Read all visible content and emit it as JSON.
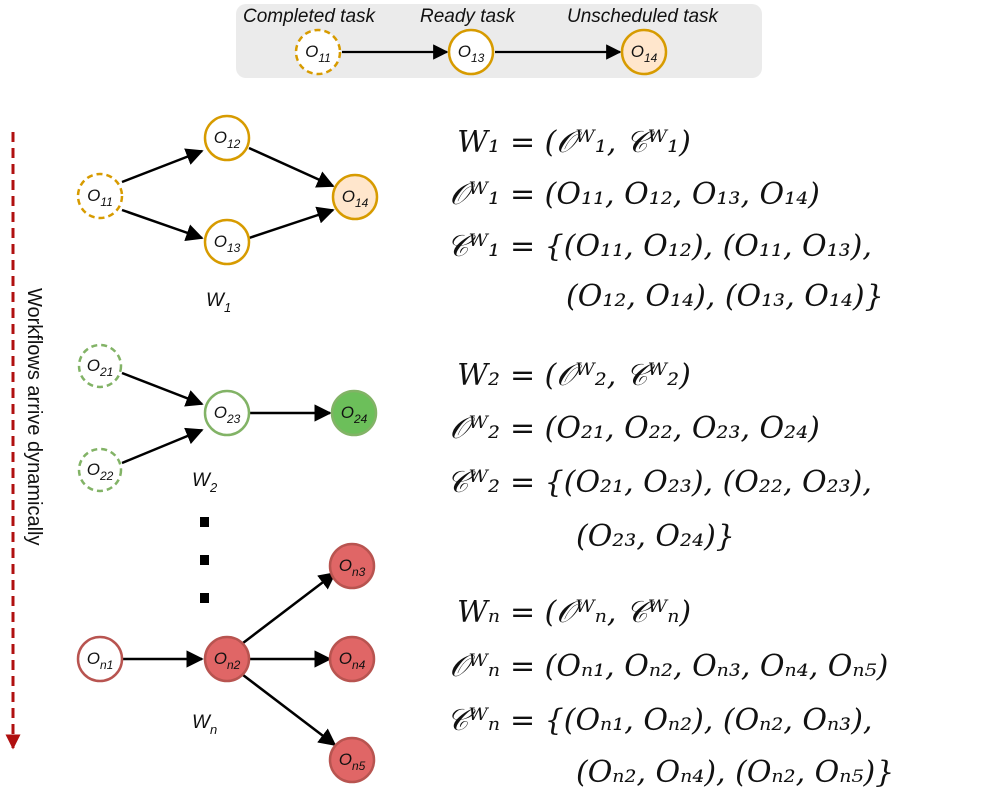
{
  "colors": {
    "orange": "#D79B00",
    "orange_fill": "#FFE6CC",
    "green": "#82B366",
    "green_fill": "#6CBF5A",
    "red": "#B85450",
    "red_fill": "#E06666",
    "legend_bg": "#EBEBEB",
    "side_arrow": "#B01010"
  },
  "legend": {
    "completed_label": "Completed task",
    "ready_label": "Ready task",
    "unscheduled_label": "Unscheduled task",
    "nodes": [
      {
        "base": "O",
        "sub": "11"
      },
      {
        "base": "O",
        "sub": "13"
      },
      {
        "base": "O",
        "sub": "14"
      }
    ]
  },
  "side_label": "Workflows arrive dynamically",
  "workflows": [
    {
      "label": {
        "base": "W",
        "sub": "1"
      },
      "nodes": [
        {
          "base": "O",
          "sub": "11",
          "state": "completed"
        },
        {
          "base": "O",
          "sub": "12",
          "state": "ready"
        },
        {
          "base": "O",
          "sub": "13",
          "state": "ready"
        },
        {
          "base": "O",
          "sub": "14",
          "state": "unscheduled"
        }
      ],
      "equations": [
        {
          "lhs": "W₁",
          "rhs": "= (𝒪ᵂ₁, 𝒞ᵂ₁)"
        },
        {
          "lhs": "𝒪ᵂ₁",
          "rhs": "= (O₁₁, O₁₂, O₁₃, O₁₄)"
        },
        {
          "lhs": "𝒞ᵂ₁",
          "rhs": "= {(O₁₁, O₁₂), (O₁₁, O₁₃),"
        },
        {
          "lhs": "",
          "rhs": "(O₁₂, O₁₄), (O₁₃, O₁₄)}"
        }
      ]
    },
    {
      "label": {
        "base": "W",
        "sub": "2"
      },
      "nodes": [
        {
          "base": "O",
          "sub": "21",
          "state": "completed"
        },
        {
          "base": "O",
          "sub": "22",
          "state": "completed"
        },
        {
          "base": "O",
          "sub": "23",
          "state": "ready"
        },
        {
          "base": "O",
          "sub": "24",
          "state": "unscheduled"
        }
      ],
      "equations": [
        {
          "lhs": "W₂",
          "rhs": "= (𝒪ᵂ₂, 𝒞ᵂ₂)"
        },
        {
          "lhs": "𝒪ᵂ₂",
          "rhs": "= (O₂₁, O₂₂, O₂₃, O₂₄)"
        },
        {
          "lhs": "𝒞ᵂ₂",
          "rhs": "= {(O₂₁, O₂₃), (O₂₂, O₂₃),"
        },
        {
          "lhs": "",
          "rhs": "(O₂₃, O₂₄)}"
        }
      ]
    },
    {
      "label": {
        "base": "W",
        "sub": "n"
      },
      "nodes": [
        {
          "base": "O",
          "sub": "n1",
          "state": "ready"
        },
        {
          "base": "O",
          "sub": "n2",
          "state": "unscheduled"
        },
        {
          "base": "O",
          "sub": "n3",
          "state": "unscheduled"
        },
        {
          "base": "O",
          "sub": "n4",
          "state": "unscheduled"
        },
        {
          "base": "O",
          "sub": "n5",
          "state": "unscheduled"
        }
      ],
      "equations": [
        {
          "lhs": "Wₙ",
          "rhs": "= (𝒪ᵂₙ, 𝒞ᵂₙ)"
        },
        {
          "lhs": "𝒪ᵂₙ",
          "rhs": "= (Oₙ₁, Oₙ₂, Oₙ₃, Oₙ₄, Oₙ₅)"
        },
        {
          "lhs": "𝒞ᵂₙ",
          "rhs": "= {(Oₙ₁, Oₙ₂), (Oₙ₂, Oₙ₃),"
        },
        {
          "lhs": "",
          "rhs": "(Oₙ₂, Oₙ₄), (Oₙ₂, Oₙ₅)}"
        }
      ]
    }
  ]
}
